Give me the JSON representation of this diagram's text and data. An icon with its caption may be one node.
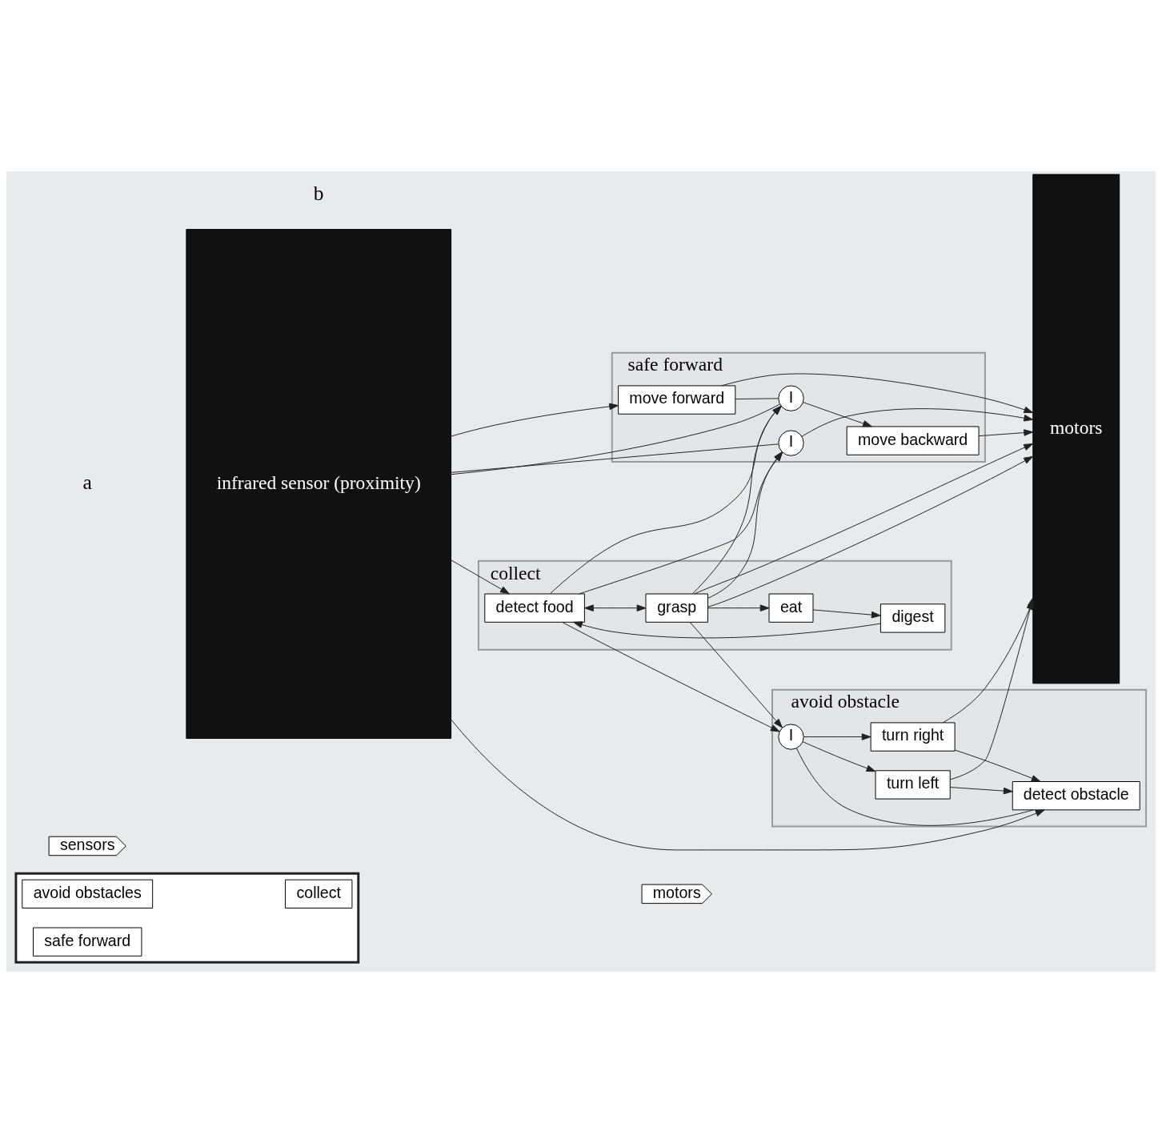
{
  "diagram": {
    "nodes": [
      {
        "text": [
          "sensors"
        ]
      },
      {
        "text": [],
        "shape": "box"
      },
      {
        "text": [
          "collect"
        ],
        "in": 1
      },
      {
        "text": [
          "avoid obstacles"
        ],
        "in": 1
      },
      {
        "text": [
          "safe forward"
        ],
        "in": 1
      },
      {
        "text": [
          "motors"
        ]
      },
      {
        "text": [
          "infrared sensor (proximity)"
        ]
      },
      {
        "text": [
          "motors"
        ]
      },
      {
        "text": [
          "collect"
        ]
      },
      {
        "text": [
          "digest"
        ],
        "in": 8
      },
      {
        "text": [
          "eat"
        ],
        "in": 8
      },
      {
        "text": [
          "detect food"
        ],
        "in": 8
      },
      {
        "text": [
          "grasp"
        ],
        "in": 8
      },
      {
        "text": [
          "avoid obstacle"
        ]
      },
      {
        "text": [
          "detect obstacle"
        ],
        "in": 13
      },
      {
        "text": [
          "I"
        ],
        "in": 13
      },
      {
        "text": [
          "turn left"
        ],
        "in": 13
      },
      {
        "text": [
          "turn right"
        ],
        "in": 13
      },
      {
        "text": [
          "safe forward"
        ]
      },
      {
        "text": [
          "move forward"
        ],
        "in": 18
      },
      {
        "text": [
          "I"
        ],
        "in": 18
      },
      {
        "text": [
          "I"
        ],
        "in": 18
      },
      {
        "text": [
          "move backward"
        ],
        "in": 18
      }
    ],
    "edges": [
      {
        "from": 10,
        "to": 9,
        "arrow": "to"
      },
      {
        "from": 9,
        "to": 11,
        "arrow": "to"
      },
      {
        "from": 11,
        "to": 12,
        "arrow": "both"
      },
      {
        "from": 12,
        "to": 10,
        "arrow": "to"
      },
      {
        "from": 12,
        "to": 7,
        "arrow": "to"
      },
      {
        "from": 12,
        "to": 21,
        "arrow": "to"
      },
      {
        "from": 6,
        "to": 11,
        "arrow": "to"
      },
      {
        "from": 12,
        "to": 7,
        "arrow": "to"
      },
      {
        "from": 11,
        "to": 15,
        "arrow": "to"
      },
      {
        "from": 12,
        "to": 15,
        "arrow": "to"
      },
      {
        "from": 11,
        "to": 20,
        "arrow": "to"
      },
      {
        "from": 12,
        "to": 20,
        "arrow": "to"
      },
      {
        "from": 11,
        "to": 21,
        "arrow": "to"
      },
      {
        "from": 6,
        "to": 14,
        "arrow": "to"
      },
      {
        "from": 14,
        "to": 15,
        "arrow": "none"
      },
      {
        "from": 15,
        "to": 16,
        "arrow": "to"
      },
      {
        "from": 15,
        "to": 17,
        "arrow": "to"
      },
      {
        "from": 16,
        "to": 7,
        "arrow": "to"
      },
      {
        "from": 17,
        "to": 7,
        "arrow": "to"
      },
      {
        "from": 16,
        "to": 14,
        "arrow": "to"
      },
      {
        "from": 17,
        "to": 14,
        "arrow": "to"
      },
      {
        "from": 6,
        "to": 19,
        "arrow": "to"
      },
      {
        "from": 19,
        "to": 7,
        "arrow": "to"
      },
      {
        "from": 6,
        "to": 20,
        "arrow": "none"
      },
      {
        "from": 20,
        "to": 7,
        "arrow": "to"
      },
      {
        "from": 22,
        "to": 7,
        "arrow": "to"
      },
      {
        "from": 6,
        "to": 21,
        "arrow": "none"
      },
      {
        "from": 19,
        "to": 21,
        "arrow": "none"
      },
      {
        "from": 21,
        "to": 22,
        "arrow": "to"
      }
    ],
    "labels": [
      "a",
      "b"
    ]
  }
}
